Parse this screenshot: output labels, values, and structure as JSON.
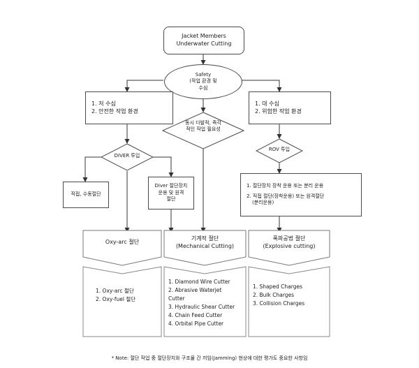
{
  "top": {
    "line1": "Jacket Members",
    "line2": "Underwater Cutting"
  },
  "safety": {
    "line1": "Safety",
    "line2": "(작업 환경 및",
    "line3": "수심"
  },
  "shallow": {
    "line1": "1. 저 수심",
    "line2": "2. 안전한 작업 환경"
  },
  "deep": {
    "line1": "1. 대 수심",
    "line2": "2. 위험한 작업 환경"
  },
  "multi": {
    "line1": "동시 다발적, 즉각",
    "line2": "적인 작업 필요성"
  },
  "diver": "DIVER 투입",
  "rov": "ROV 투입",
  "manual": "직접, 수동절단",
  "diver_equip": {
    "line1": "Diver 절단장치",
    "line2": "운용 및 원격",
    "line3": "절단"
  },
  "rov_ops": {
    "item1": "1. 절단장치 장착 운용 또는 분리 운용",
    "item2a": "2. 직접 절단(장착운용) 또는 원격절단",
    "item2b": "(분리운용)"
  },
  "methods": {
    "oxy": "Oxy-arc 절단",
    "mech_ko": "기계적 절단",
    "mech_en": "(Mechanical Cutting)",
    "exp_ko": "폭파공법 절단",
    "exp_en": "(Explosive cutting)"
  },
  "oxy_list": [
    "1.  Oxy-arc 절단",
    "2.  Oxy-fuel 절단"
  ],
  "mech_list": [
    "1. Diamond Wire Cutter",
    "2. Abrasive Waterjet",
    "Cutter",
    "3. Hydraulic Shear Cutter",
    "4. Chain Feed Cutter",
    "4. Orbital Pipe Cutter"
  ],
  "exp_list": [
    "1. Shaped Charges",
    "2. Bulk Charges",
    "3. Collision Charges"
  ],
  "note": "* Note: 절단 작업 중 절단장치와 구조물 간 끼임(Jamming) 현상에 대한 평가도 중요한 사항임"
}
